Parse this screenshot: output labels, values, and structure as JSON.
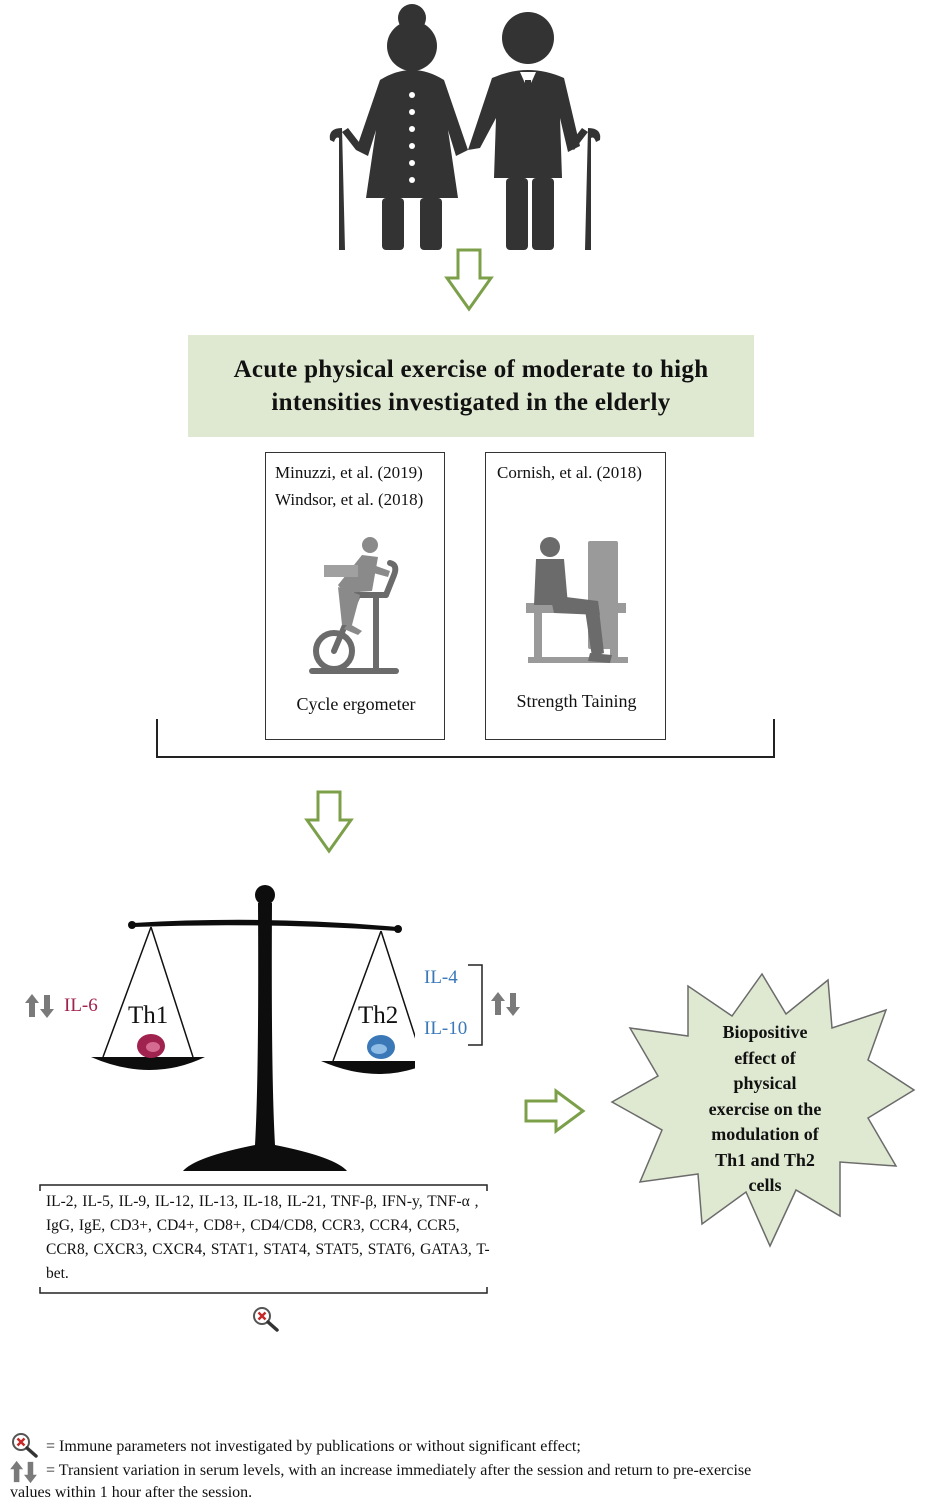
{
  "title_box": {
    "line1": "Acute physical exercise of moderate to high",
    "line2": "intensities  investigated  in  the elderly"
  },
  "studies": [
    {
      "refs": [
        "Minuzzi, et al. (2019)",
        "Windsor, et al. (2018)"
      ],
      "caption": "Cycle  ergometer",
      "icon": "cycling-icon"
    },
    {
      "refs": [
        "Cornish, et al. (2018)"
      ],
      "caption": "Strength  Taining",
      "icon": "leg-press-icon"
    }
  ],
  "scale": {
    "left_label": "Th1",
    "right_label": "Th2",
    "left_cytokines": [
      "IL-6"
    ],
    "right_cytokines": [
      "IL-4",
      "IL-10"
    ],
    "colors": {
      "th1": "#a0224f",
      "th2": "#3a78b8",
      "arrow": "#7ca04a"
    }
  },
  "params_text": "IL-2,  IL-5,  IL-9,  IL-12,  IL-13,  IL-18,  IL-21,  TNF-β,  IFN-y,  TNF-α ,  IgG,  IgE,  CD3+,  CD4+,  CD8+,  CD4/CD8,  CCR3,  CCR4,  CCR5,   CCR8,  CXCR3,  CXCR4,  STAT1,  STAT4,  STAT5, STAT6, GATA3, T-bet.",
  "outcome": [
    "Biopositive",
    "effect of",
    "physical",
    "exercise on the",
    "modulation  of",
    "Th1  and  Th2",
    "cells"
  ],
  "legend": {
    "magnifier": "=  Immune parameters not investigated by publications  or without  significant  effect;",
    "updown_line1": "= Transient variation in serum levels, with an increase immediately after the session and return to pre-exercise",
    "updown_line2": "values within  1 hour after the session."
  }
}
